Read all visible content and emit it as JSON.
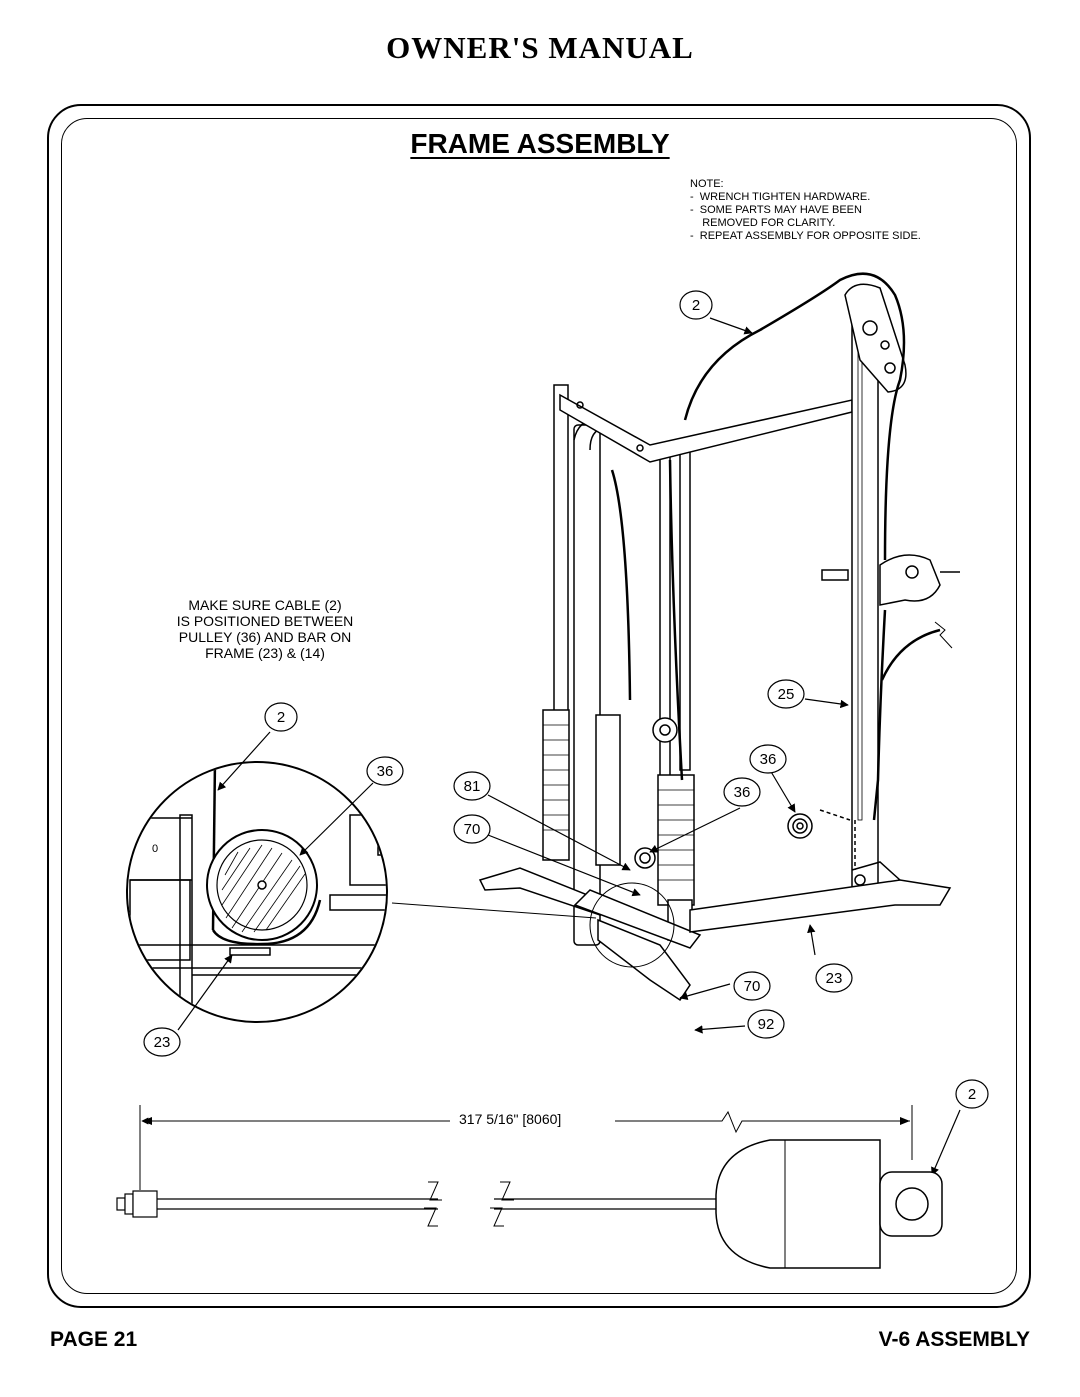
{
  "header": {
    "title": "OWNER'S MANUAL"
  },
  "section": {
    "title": "FRAME ASSEMBLY"
  },
  "note": {
    "lines": [
      "NOTE:",
      "-  WRENCH TIGHTEN HARDWARE.",
      "-  SOME PARTS MAY HAVE BEEN",
      "    REMOVED FOR CLARITY.",
      "-  REPEAT ASSEMBLY FOR OPPOSITE SIDE."
    ]
  },
  "detail_callout": {
    "lines": [
      "MAKE SURE CABLE (2)",
      "IS POSITIONED BETWEEN",
      "PULLEY (36) AND BAR ON",
      "FRAME (23) & (14)"
    ]
  },
  "part_bubbles": {
    "top_cable": "2",
    "frame_upright": "25",
    "pulley_right_a": "36",
    "pulley_right_b": "36",
    "part_81": "81",
    "part_70_left": "70",
    "part_70_right": "70",
    "part_23_right": "23",
    "part_92": "92",
    "detail_cable": "2",
    "detail_pulley": "36",
    "detail_frame": "23",
    "cable_end": "2"
  },
  "dimension": {
    "label": "317 5/16\" [8060]"
  },
  "footer": {
    "page": "PAGE 21",
    "model": "V-6 ASSEMBLY"
  }
}
